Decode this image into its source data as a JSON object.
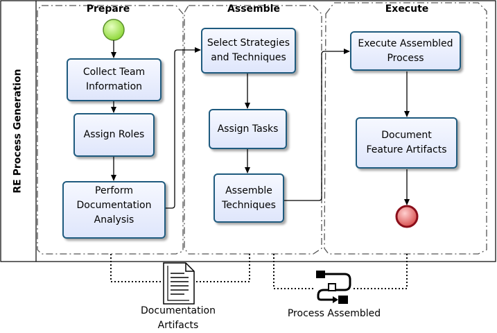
{
  "pool": {
    "label": "RE Process Generation"
  },
  "phases": [
    {
      "title": "Prepare"
    },
    {
      "title": "Assemble"
    },
    {
      "title": "Execute"
    }
  ],
  "tasks": {
    "collect_team": "Collect Team\nInformation",
    "assign_roles": "Assign Roles",
    "perform_doc": "Perform\nDocumentation\nAnalysis",
    "select_strategies": "Select Strategies\nand Techniques",
    "assign_tasks": "Assign Tasks",
    "assemble_techniques": "Assemble\nTechniques",
    "execute_process": "Execute Assembled\nProcess",
    "document_feature": "Document\nFeature Artifacts"
  },
  "artifacts": {
    "documentation": "Documentation\nArtifacts",
    "process_assembled": "Process Assembled"
  },
  "colors": {
    "task_border": "#1e5a7e",
    "task_fill_top": "#f6f8ff",
    "task_fill_bottom": "#dfe6fb",
    "start_event": "#b8f06a",
    "end_event": "#e06a6a"
  }
}
